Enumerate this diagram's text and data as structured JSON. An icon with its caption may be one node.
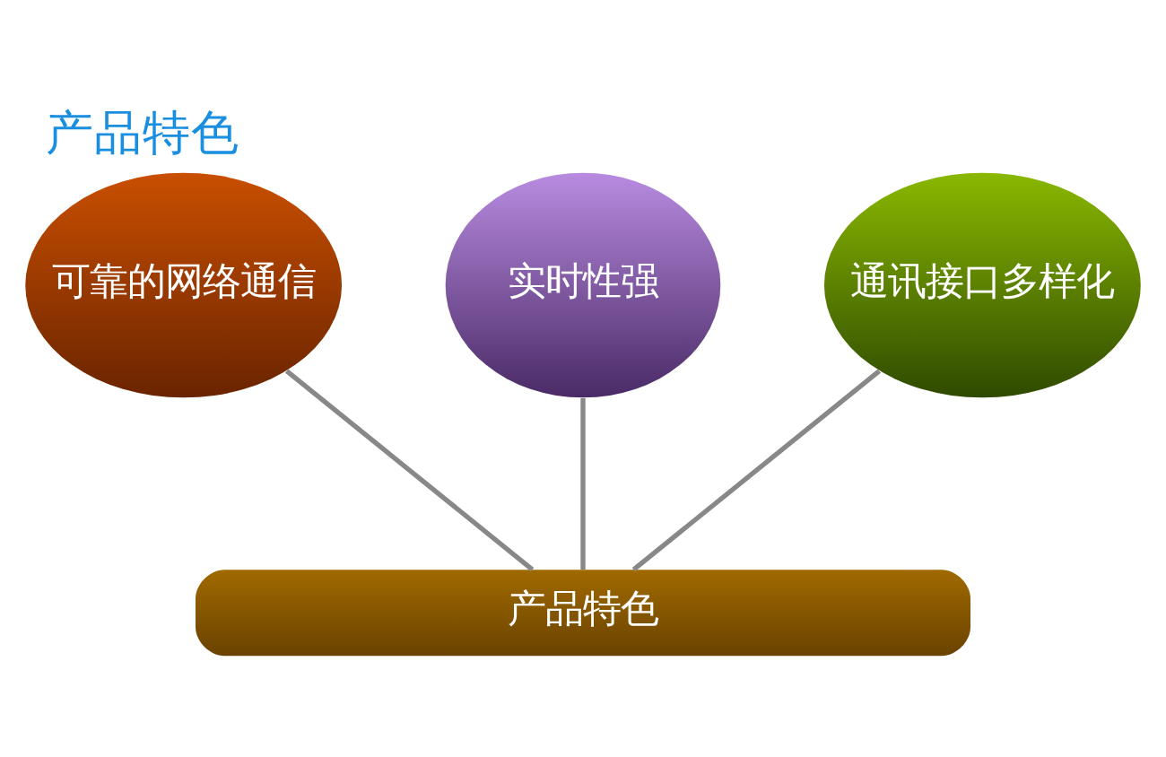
{
  "diagram": {
    "title": "产品特色",
    "nodes": [
      {
        "text": [
          "可靠的网络通信"
        ]
      },
      {
        "text": [
          "实时性强"
        ]
      },
      {
        "text": [
          "通讯接口多样化"
        ]
      },
      {
        "text": [
          "产品特色"
        ]
      }
    ],
    "edges": [
      {
        "from": 3,
        "to": 0,
        "arrow": "none"
      },
      {
        "from": 3,
        "to": 1,
        "arrow": "none"
      },
      {
        "from": 3,
        "to": 2,
        "arrow": "none"
      }
    ]
  }
}
